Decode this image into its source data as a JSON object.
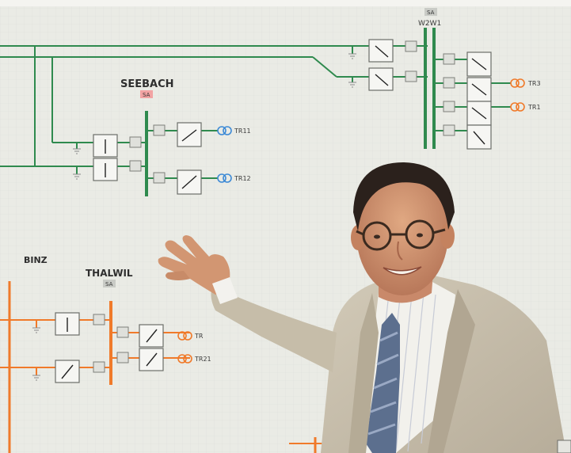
{
  "labels": {
    "seebach": "SEEBACH",
    "seebach_tag": "SA",
    "top_tag": "SA",
    "top_buses": "W2W1",
    "binz": "BINZ",
    "thalwil": "THALWIL",
    "thalwil_tag": "SA",
    "tr3": "TR3",
    "tr1": "TR1",
    "tr11": "TR11",
    "tr12": "TR12",
    "tr_cut": "TR",
    "tr21": "TR21"
  },
  "colors": {
    "board": "#e9eae4",
    "green_line": "#2f8a4e",
    "orange_line": "#f07a2a",
    "blue_coil": "#3f8bd6",
    "tag_red": "#f2a3a3",
    "tag_grey": "#c9cbc6",
    "jacket": "#c8bfae",
    "tie": "#5c6f8e"
  }
}
